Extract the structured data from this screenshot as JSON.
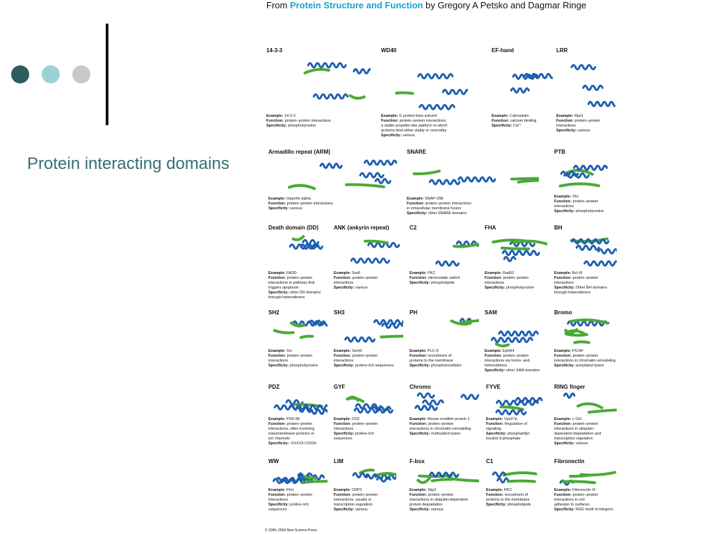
{
  "slide": {
    "title": "Protein interacting domains",
    "dot_colors": [
      "#2f5c5f",
      "#9bd2d6",
      "#c9c9c9"
    ],
    "title_color": "#356f73"
  },
  "figure": {
    "title_prefix": "From ",
    "book_title": "Protein Structure and Function",
    "title_suffix": " by Gregory A Petsko and Dagmar Ringe",
    "book_color": "#1aa0c8",
    "copyright": "© 1999–2004 New Science Press",
    "helix_color": "#1e5fb0",
    "strand_color": "#4aaa36",
    "label_example": "Example:",
    "label_function": "Function:",
    "label_specificity": "Specificity:",
    "domains": [
      {
        "name": "14-3-3",
        "example": "14-3-3",
        "function": [
          "protein–protein interactions"
        ],
        "specificity": [
          "phosphotyrosine"
        ]
      },
      {
        "name": "WD40",
        "example": "G protein beta subunit",
        "function": [
          "protein–protein interactions;",
          "a stable propeller-like platform to which",
          "proteins bind either stably or reversibly"
        ],
        "specificity": [
          "various"
        ]
      },
      {
        "name": "EF-hand",
        "example": "Calmodulin",
        "function": [
          "calcium binding"
        ],
        "specificity": [
          "Ca²⁺"
        ]
      },
      {
        "name": "LRR",
        "example": "Rpn1",
        "function": [
          "protein–protein",
          "interactions"
        ],
        "specificity": [
          "various"
        ]
      },
      {
        "name": "Armadillo repeat (ARM)",
        "example": "Importin alpha",
        "function": [
          "protein–protein interactions"
        ],
        "specificity": [
          "various"
        ]
      },
      {
        "name": "SNARE",
        "example": "SNAP-25B",
        "function": [
          "protein–protein interactions",
          "in intracellular membrane fusion"
        ],
        "specificity": [
          "other SNARE domains"
        ]
      },
      {
        "name": "PTB",
        "example": "Shc",
        "function": [
          "protein–protein",
          "interactions"
        ],
        "specificity": [
          "phosphotyrosine"
        ]
      },
      {
        "name": "Death domain (DD)",
        "example": "FADD",
        "function": [
          "protein–protein",
          "interactions in pathway that",
          "triggers apoptosis"
        ],
        "specificity": [
          "other DD domains",
          "through heterodimers"
        ]
      },
      {
        "name": "ANK (ankyrin repeat)",
        "example": "Swi6",
        "function": [
          "protein–protein",
          "interactions"
        ],
        "specificity": [
          "various"
        ]
      },
      {
        "name": "C2",
        "example": "PKC",
        "function": [
          "electrostatic switch"
        ],
        "specificity": [
          "phospholipids"
        ]
      },
      {
        "name": "FHA",
        "example": "Rad53",
        "function": [
          "protein–protein",
          "interactions"
        ],
        "specificity": [
          "phosphotyrosine"
        ]
      },
      {
        "name": "BH",
        "example": "Bcl-Xl",
        "function": [
          "protein–protein",
          "interactions"
        ],
        "specificity": [
          "Other BH domains",
          "through heterodimers"
        ]
      },
      {
        "name": "SH2",
        "example": "Src",
        "function": [
          "protein–protein",
          "interactions"
        ],
        "specificity": [
          "phosphotyrosine"
        ]
      },
      {
        "name": "SH3",
        "example": "Sem5",
        "function": [
          "protein–protein",
          "interactions"
        ],
        "specificity": [
          "proline-rich sequences"
        ]
      },
      {
        "name": "PH",
        "example": "PLC-δ",
        "function": [
          "recruitment of",
          "proteins to the membrane"
        ],
        "specificity": [
          "phosphoinositides"
        ]
      },
      {
        "name": "SAM",
        "example": "EphA4",
        "function": [
          "protein–protein",
          "interactions via homo- and",
          "heterodimers"
        ],
        "specificity": [
          "other SAM domains"
        ]
      },
      {
        "name": "Bromo",
        "example": "P/CAF",
        "function": [
          "protein–protein",
          "interactions in chromatin remodeling"
        ],
        "specificity": [
          "acetylated lysine"
        ]
      },
      {
        "name": "PDZ",
        "example": "PSD-95",
        "function": [
          "protein–protein",
          "interactions, often involving",
          "transmembrane proteins or",
          "ion channels"
        ],
        "specificity": [
          "-XXXV/I-COOH"
        ]
      },
      {
        "name": "GYF",
        "example": "CD2",
        "function": [
          "protein–protein",
          "interactions"
        ],
        "specificity": [
          "proline-rich",
          "sequences"
        ]
      },
      {
        "name": "Chromo",
        "example": "Mouse modifier protein 1",
        "function": [
          "protein–protein",
          "interactions in chromatin remodeling"
        ],
        "specificity": [
          "methylated lysine"
        ]
      },
      {
        "name": "FYVE",
        "example": "Vps27p",
        "function": [
          "Regulation of",
          "signaling"
        ],
        "specificity": [
          "phosphatidyl-",
          "inositol-3-phosphate"
        ]
      },
      {
        "name": "RING finger",
        "example": "c-Cbl",
        "function": [
          "protein–protein",
          "interactions in ubiquitin-",
          "dependent degradation and",
          "transcription regulation"
        ],
        "specificity": [
          "various"
        ]
      },
      {
        "name": "WW",
        "example": "Pin1",
        "function": [
          "protein–protein",
          "interactions"
        ],
        "specificity": [
          "proline-rich",
          "sequences"
        ]
      },
      {
        "name": "LIM",
        "example": "CRP2",
        "function": [
          "protein–protein",
          "interactions, usually in",
          "transcription regulation"
        ],
        "specificity": [
          "various"
        ]
      },
      {
        "name": "F-box",
        "example": "Skp2",
        "function": [
          "protein–protein",
          "interactions in ubiquitin-dependent",
          "protein degradation"
        ],
        "specificity": [
          "various"
        ]
      },
      {
        "name": "C1",
        "example": "PKC",
        "function": [
          "recruitment of",
          "proteins to the membrane"
        ],
        "specificity": [
          "phospholipids"
        ]
      },
      {
        "name": "Fibronectin",
        "example": "Fibronectin III",
        "function": [
          "protein–protein",
          "interactions in cell",
          "adhesion to surfaces"
        ],
        "specificity": [
          "RGD motif of integrins"
        ]
      }
    ]
  }
}
